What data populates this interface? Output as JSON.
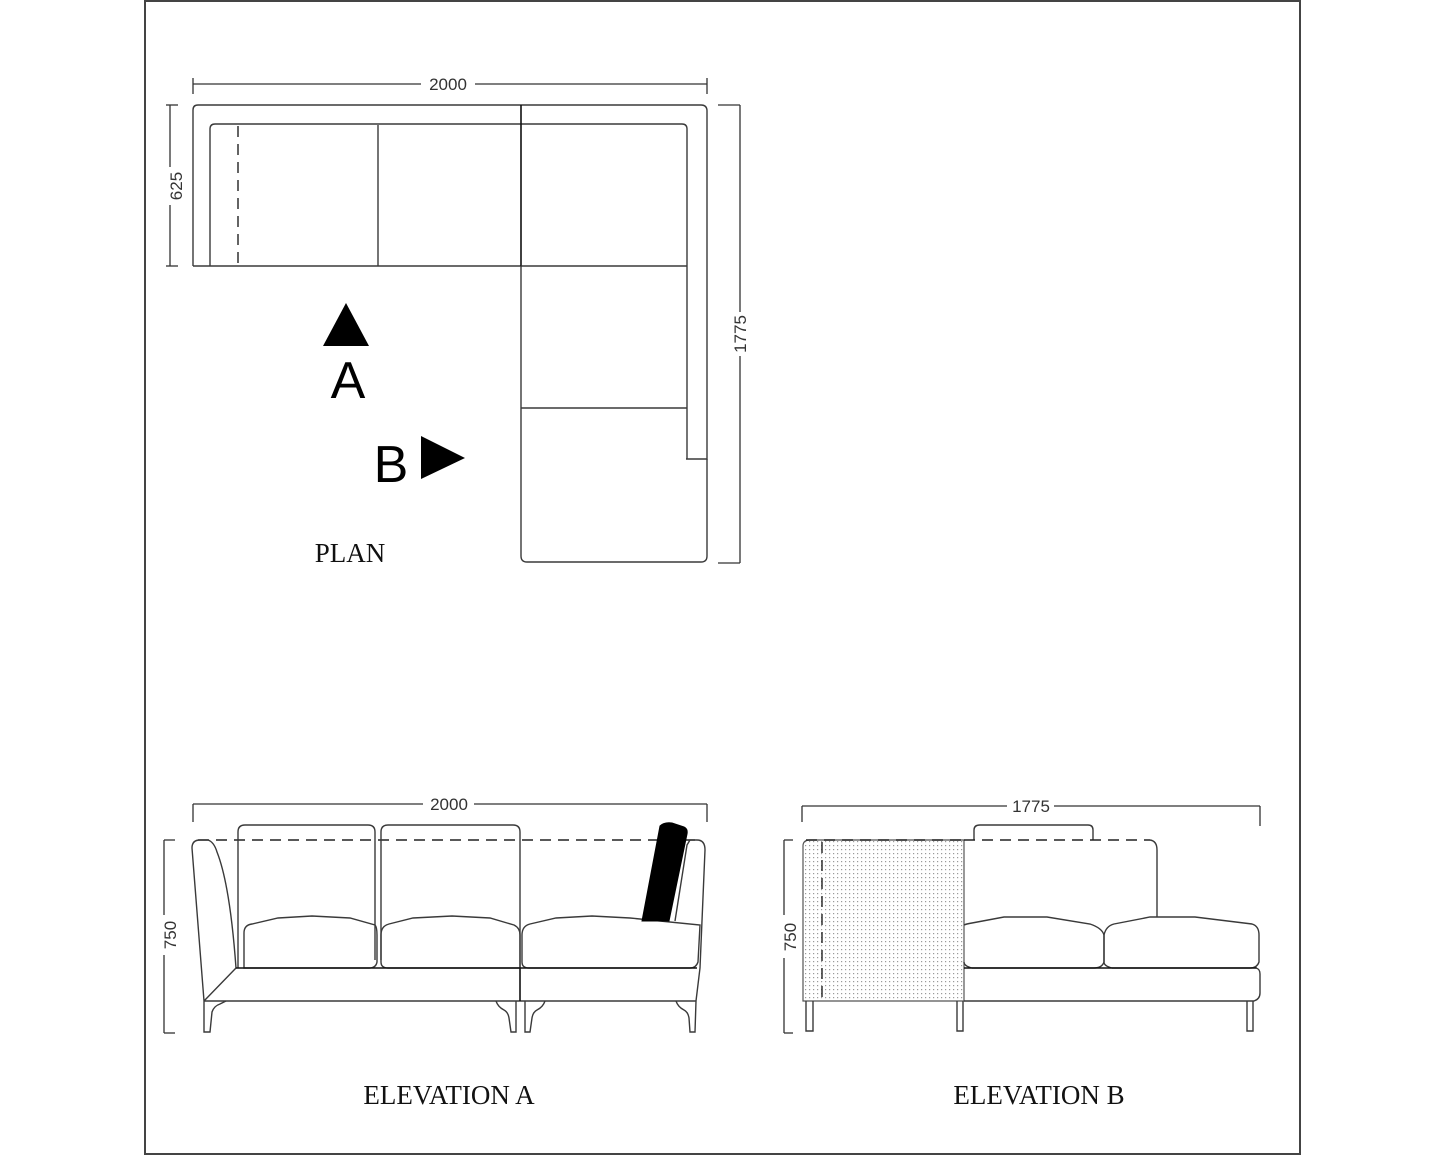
{
  "drawing": {
    "views": {
      "plan": {
        "title": "PLAN",
        "dimensions": {
          "width": "2000",
          "depth": "625",
          "length": "1775"
        },
        "section_markers": [
          {
            "label": "A",
            "direction": "up"
          },
          {
            "label": "B",
            "direction": "right"
          }
        ]
      },
      "elevation_a": {
        "title": "ELEVATION A",
        "dimensions": {
          "width": "2000",
          "height": "750"
        }
      },
      "elevation_b": {
        "title": "ELEVATION B",
        "dimensions": {
          "width": "1775",
          "height": "750"
        }
      }
    },
    "colors": {
      "line": "#333333",
      "fill_dark": "#000000",
      "hatch": "#9a9a9a",
      "background": "#ffffff"
    }
  }
}
